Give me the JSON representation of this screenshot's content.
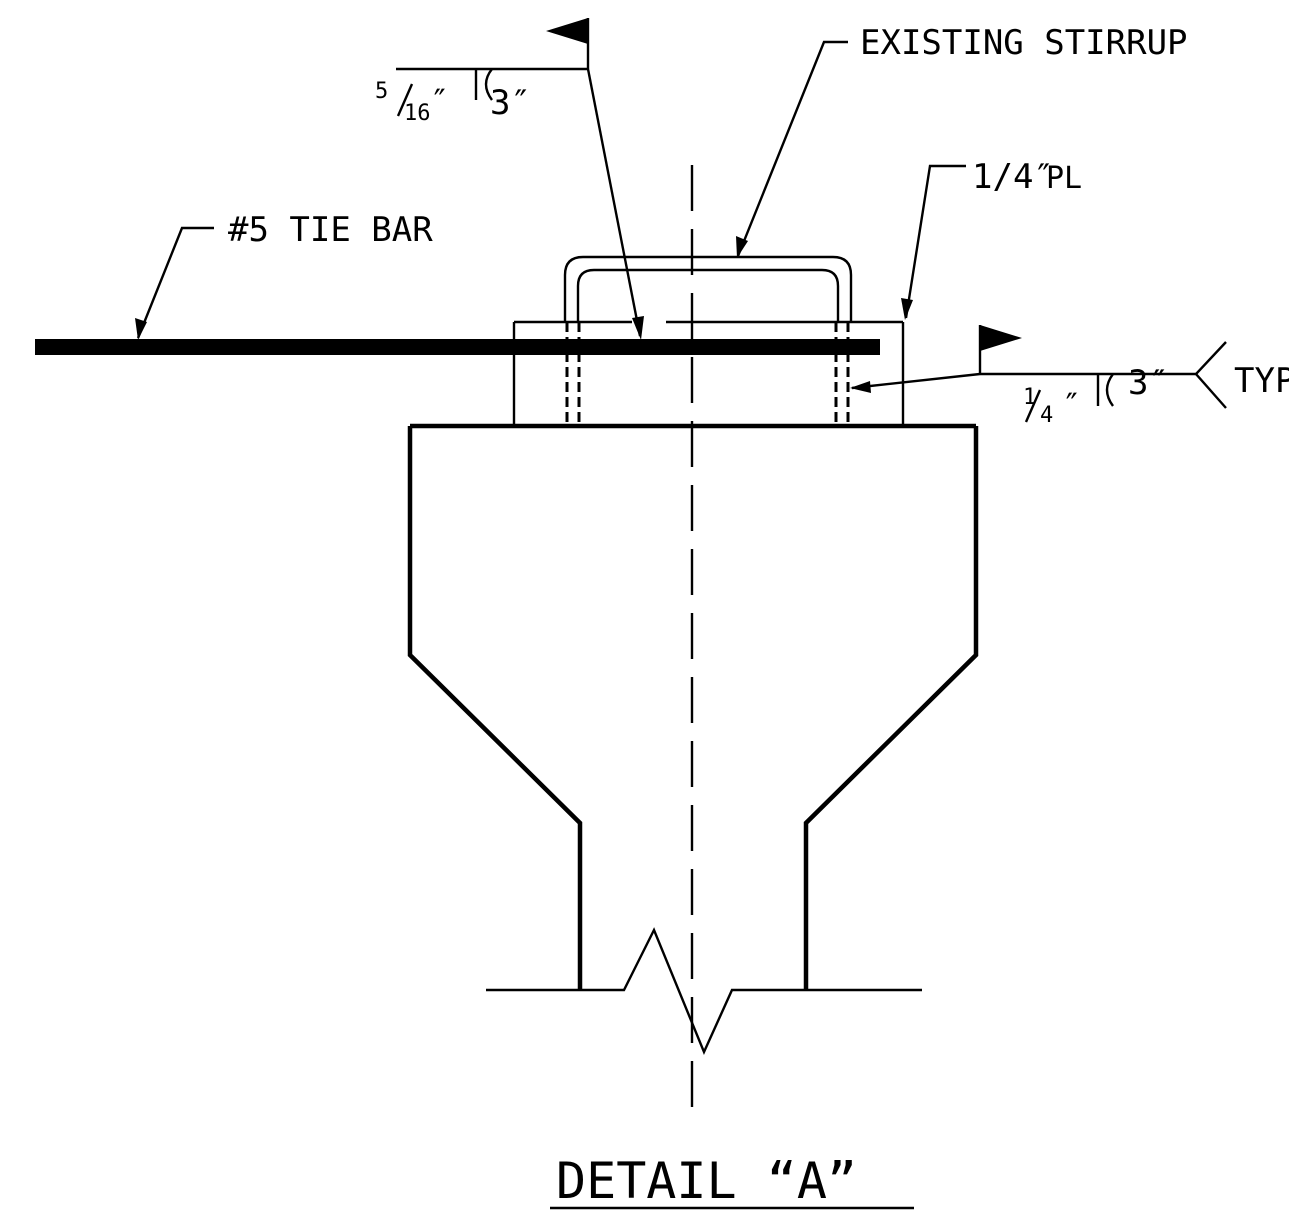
{
  "drawing": {
    "title": "DETAIL “A”",
    "callouts": {
      "existing_stirrup": "EXISTING STIRRUP",
      "tie_bar": "#5 TIE BAR",
      "plate": "1/4″",
      "plate_symbol": "PL",
      "typ": "TYP"
    },
    "weld_top": {
      "size_numerator": "5",
      "size_denominator": "16",
      "size_unit": "″",
      "length": "3″"
    },
    "weld_right": {
      "size_numerator": "1",
      "size_denominator": "4",
      "size_unit": "″",
      "length": "3″"
    }
  },
  "icons": {
    "weld_flag_top": "field-weld-flag-icon",
    "weld_flag_right": "field-weld-flag-icon",
    "break_symbol": "break-line-icon"
  }
}
